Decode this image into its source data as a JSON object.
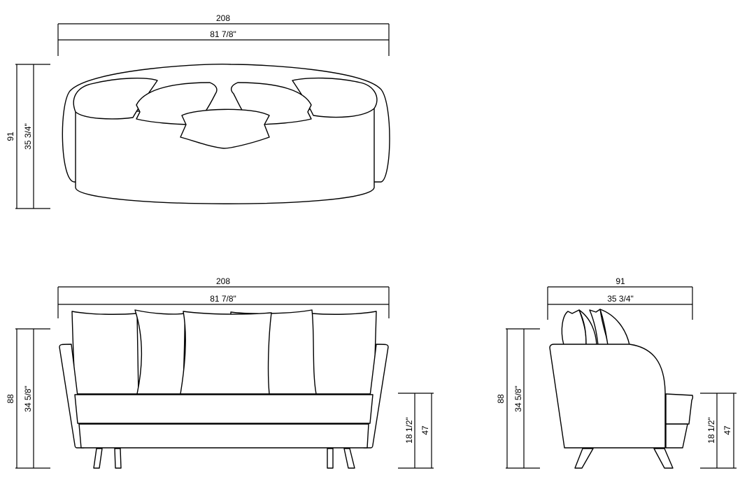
{
  "top_view": {
    "width_cm": "208",
    "width_in": "81 7/8\"",
    "depth_cm": "91",
    "depth_in": "35 3/4\""
  },
  "front_view": {
    "width_cm": "208",
    "width_in": "81 7/8\"",
    "height_cm": "88",
    "height_in": "34 5/8\"",
    "seat_height_in": "18 1/2\"",
    "seat_height_cm": "47"
  },
  "side_view": {
    "depth_cm": "91",
    "depth_in": "35 3/4\"",
    "height_cm": "88",
    "height_in": "34 5/8\"",
    "seat_height_in": "18 1/2\"",
    "seat_height_cm": "47"
  }
}
